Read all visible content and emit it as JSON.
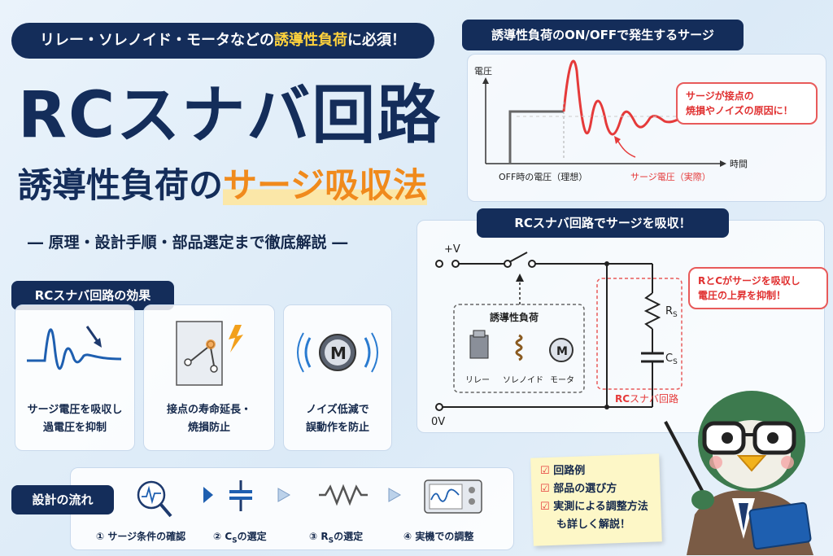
{
  "header_pill": {
    "pre": "リレー・ソレノイド・モータなどの",
    "highlight": "誘導性負荷",
    "post": "に必須！"
  },
  "title": {
    "main": "RCスナバ回路",
    "sub_pre": "誘導性負荷の",
    "sub_highlight": "サージ吸収法"
  },
  "subtitle": "― 原理・設計手順・部品選定まで徹底解説 ―",
  "surge_panel": {
    "heading": "誘導性負荷のON/OFFで発生するサージ",
    "y_label": "電圧",
    "x_label": "時間",
    "ideal_label": "OFF時の電圧（理想）",
    "actual_label": "サージ電圧（実際）",
    "callout": [
      "サージが接点の",
      "焼損やノイズの原因に！"
    ]
  },
  "circuit_panel": {
    "heading": "RCスナバ回路でサージを吸収！",
    "vplus": "+V",
    "zero_v": "0V",
    "load_title": "誘導性負荷",
    "loads": [
      "リレー",
      "ソレノイド",
      "モータ"
    ],
    "rs": "R",
    "cs": "C",
    "sub": "S",
    "snubber_label_rc": "RC",
    "snubber_label_rest": "スナバ回路",
    "callout": [
      "RとCがサージを吸収し",
      "電圧の上昇を抑制！"
    ]
  },
  "effects": {
    "heading": "RCスナバ回路の効果",
    "items": [
      {
        "line1": "サージ電圧を吸収し",
        "line2": "過電圧を抑制"
      },
      {
        "line1": "接点の寿命延長・",
        "line2": "焼損防止"
      },
      {
        "line1": "ノイズ低減で",
        "line2": "誤動作を防止"
      }
    ],
    "motor_glyph": "M"
  },
  "flow": {
    "heading": "設計の流れ",
    "steps": [
      {
        "num": "①",
        "pre": "サージ条件の確認",
        "letter": "",
        "post": ""
      },
      {
        "num": "②",
        "pre": "",
        "letter": "C",
        "post": "の選定"
      },
      {
        "num": "③",
        "pre": "",
        "letter": "R",
        "post": "の選定"
      },
      {
        "num": "④",
        "pre": "実機での調整",
        "letter": "",
        "post": ""
      }
    ]
  },
  "note": {
    "items": [
      "回路例",
      "部品の選び方",
      "実測による調整方法"
    ],
    "tail": "も詳しく解説！"
  },
  "colors": {
    "navy": "#142d5a",
    "surge_red": "#e53a3a",
    "accent_orange": "#f08a1c"
  }
}
